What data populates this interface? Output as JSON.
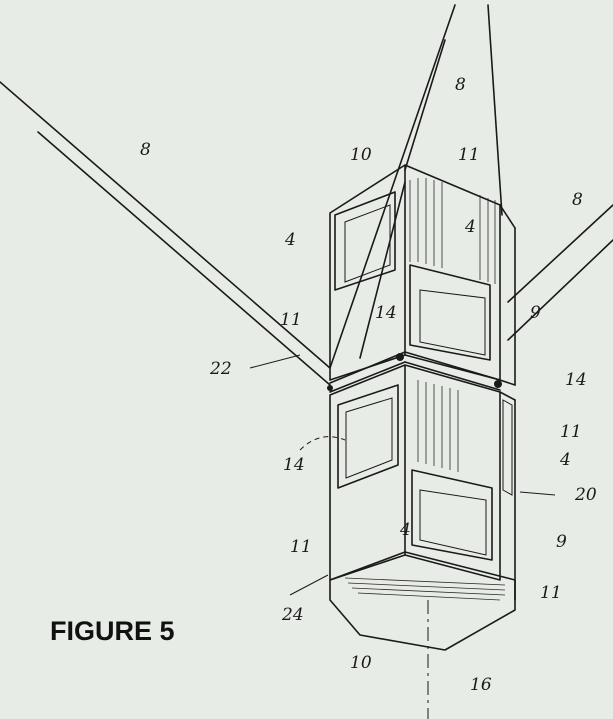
{
  "figure": {
    "caption": "FIGURE 5",
    "labels": {
      "cable_top": "8",
      "cable_left": "8",
      "cable_right": "8",
      "top_cap": "10",
      "top_face": "11",
      "upper_left_cell": "4",
      "upper_right_cell": "4",
      "upper_left_panel": "11",
      "upper_hinge": "14",
      "upper_rail": "9",
      "module_upper_arrow": "22",
      "right_hinge": "14",
      "lower_right_panel": "11",
      "lower_right_cell": "4",
      "lower_left_hinge": "14",
      "module_lower_arrow": "20",
      "lower_left_panel": "11",
      "lower_center_cell": "4",
      "lower_rail": "9",
      "bottom_right_panel": "11",
      "module_bottom_arrow": "24",
      "bottom_cap": "10",
      "axis": "16"
    }
  }
}
